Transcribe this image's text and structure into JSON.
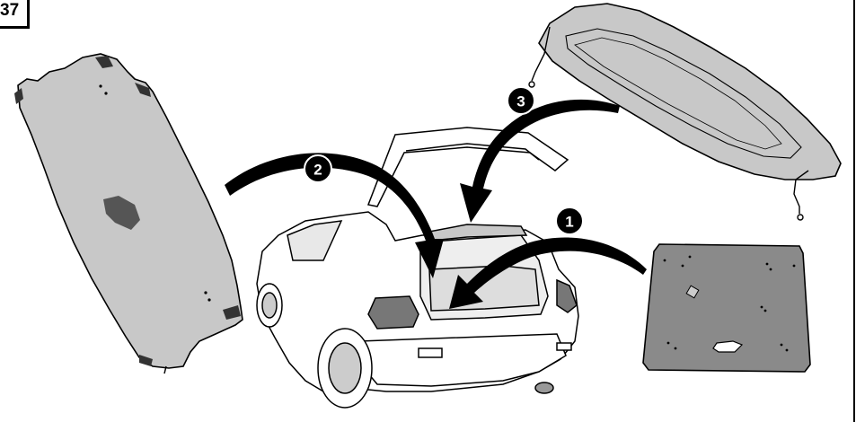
{
  "figure_label": "37",
  "callouts": [
    {
      "number": "1",
      "color": "#000000"
    },
    {
      "number": "2",
      "color": "#000000"
    },
    {
      "number": "3",
      "color": "#000000"
    }
  ],
  "colors": {
    "panel_fill": "#c8c8c8",
    "mat_fill": "#8a8a8a",
    "line": "#000000",
    "background": "#ffffff"
  },
  "icons": [
    "rear-side-panel-icon",
    "tonneau-cover-icon",
    "floor-mat-icon",
    "hatchback-car-icon"
  ]
}
